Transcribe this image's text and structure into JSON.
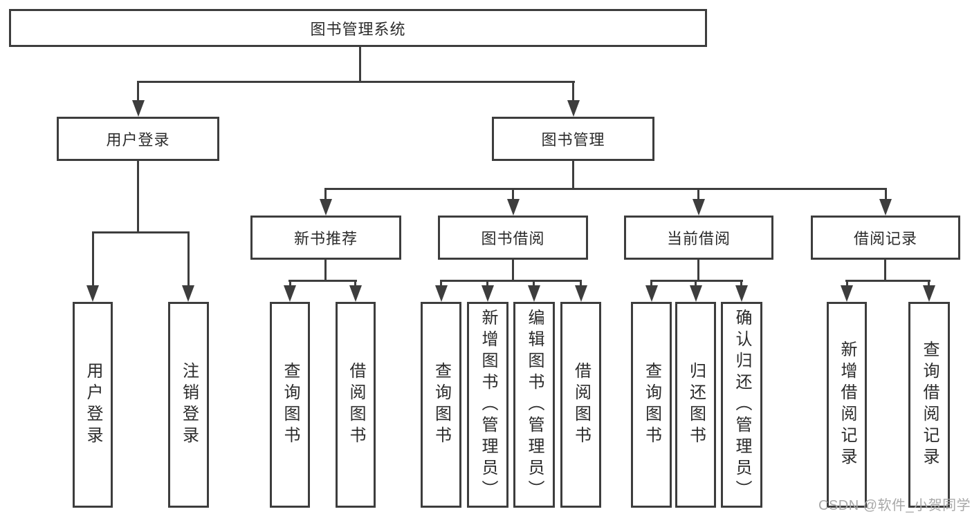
{
  "diagram_title": "图书管理系统",
  "tree": {
    "root": {
      "label": "图书管理系统",
      "children": [
        {
          "label": "用户登录",
          "children": [
            {
              "label": "用户登录"
            },
            {
              "label": "注销登录"
            }
          ]
        },
        {
          "label": "图书管理",
          "children": [
            {
              "label": "新书推荐",
              "children": [
                {
                  "label": "查询图书"
                },
                {
                  "label": "借阅图书"
                }
              ]
            },
            {
              "label": "图书借阅",
              "children": [
                {
                  "label": "查询图书"
                },
                {
                  "label": "新增图书（管理员）"
                },
                {
                  "label": "编辑图书（管理员）"
                },
                {
                  "label": "借阅图书"
                }
              ]
            },
            {
              "label": "当前借阅",
              "children": [
                {
                  "label": "查询图书"
                },
                {
                  "label": "归还图书"
                },
                {
                  "label": "确认归还（管理员）"
                }
              ]
            },
            {
              "label": "借阅记录",
              "children": [
                {
                  "label": "新增借阅记录"
                },
                {
                  "label": "查询借阅记录"
                }
              ]
            }
          ]
        }
      ]
    }
  },
  "watermark": {
    "text": "CSDN @软件_小贺同学"
  },
  "colors": {
    "line": "#3d3d3d",
    "box_border": "#3d3d3d",
    "text": "#2b2b2b",
    "watermark": "#a8a8a8",
    "background": "#ffffff"
  }
}
